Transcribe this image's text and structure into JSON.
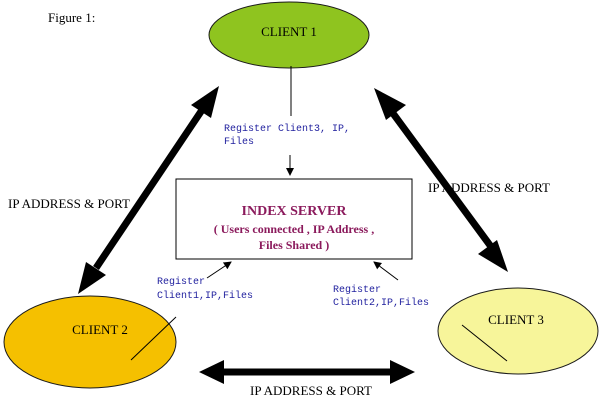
{
  "figure_label": "Figure 1:",
  "clients": {
    "client1": {
      "label": "CLIENT 1",
      "fill": "#8fc41f",
      "stroke": "#1a1a1a"
    },
    "client2": {
      "label": "CLIENT 2",
      "fill": "#f5c000",
      "stroke": "#1a1a1a"
    },
    "client3": {
      "label": "CLIENT 3",
      "fill": "#f7f59a",
      "stroke": "#1a1a1a"
    }
  },
  "server": {
    "title": "INDEX SERVER",
    "line1": "( Users connected , IP Address ,",
    "line2": "Files Shared  )",
    "text_color": "#8b1a5c"
  },
  "registrations": {
    "client1": {
      "line1": "Register Client3, IP,",
      "line2": "Files"
    },
    "client2": {
      "line1": "Register",
      "line2": "Client1,IP,Files"
    },
    "client3": {
      "line1": "Register",
      "line2": "Client2,IP,Files"
    },
    "text_color": "#1f1f9e"
  },
  "links": {
    "left": "IP ADDRESS & PORT",
    "right": "IP ADDRESS & PORT",
    "bottom": "IP ADDRESS & PORT"
  },
  "colors": {
    "arrow": "#000000",
    "label": "#000000"
  }
}
